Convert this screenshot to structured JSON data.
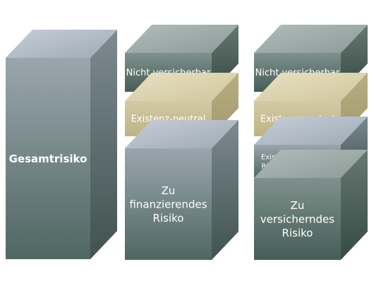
{
  "columns": [
    {
      "id": "total",
      "blocks": [
        {
          "label": "Gesamtrisiko",
          "style": "slate"
        }
      ]
    },
    {
      "id": "financing",
      "blocks": [
        {
          "label": "Nicht versicherbar",
          "style": "dark"
        },
        {
          "label": "Existenz-neutral",
          "style": "tan"
        },
        {
          "label": "Zu finanzierendes Risiko",
          "style": "slate"
        }
      ]
    },
    {
      "id": "insuring",
      "blocks": [
        {
          "label": "Nicht versicherbar",
          "style": "dark"
        },
        {
          "label": "Existenz neutral",
          "style": "tan"
        },
        {
          "label": "Existenzgefährdend- Rücklagen finanziert",
          "style": "slate"
        },
        {
          "label": "Zu versicherndes Risiko",
          "style": "dark"
        }
      ]
    }
  ],
  "colors": {
    "slate_front_top": "#8d9aa1",
    "slate_front_bottom": "#4f6762",
    "dark_front_top": "#7a8c88",
    "dark_front_bottom": "#445c56",
    "tan_front": "#c9bf96",
    "top_face_slate": "#b2bcc9",
    "top_face_dark": "#9caaa8",
    "top_face_tan": "#ddd4b0",
    "side_face": "#5b6f6a",
    "text": "#ffffff"
  }
}
